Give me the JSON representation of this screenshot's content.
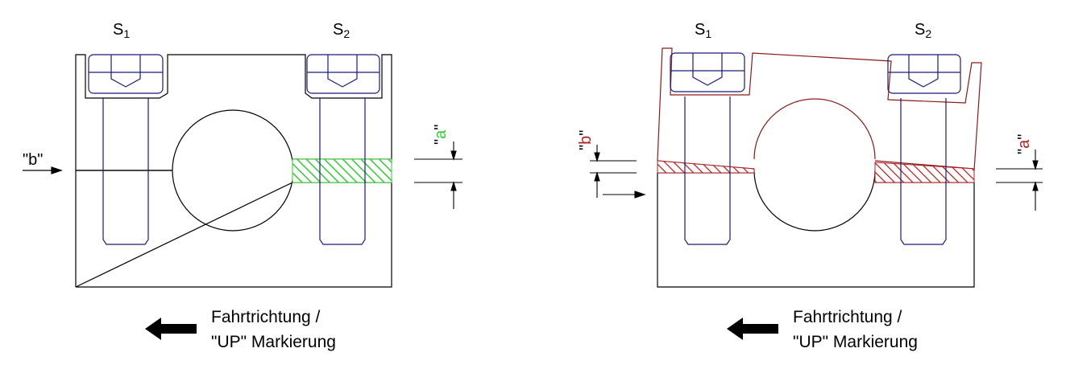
{
  "panels": [
    {
      "bolt1_label": "S",
      "bolt1_sub": "1",
      "bolt2_label": "S",
      "bolt2_sub": "2",
      "marker_b": "\"b\"",
      "marker_a_open": "\"",
      "marker_a_letter": "a",
      "marker_a_close": "\"",
      "caption_line1": "Fahrtrichtung /",
      "caption_line2": "\"UP\" Markierung"
    },
    {
      "bolt1_label": "S",
      "bolt1_sub": "1",
      "bolt2_label": "S",
      "bolt2_sub": "2",
      "marker_b_open": "\"",
      "marker_b_letter": "b",
      "marker_b_close": "\"",
      "marker_a_open": "\"",
      "marker_a_letter": "a",
      "marker_a_close": "\"",
      "caption_line1": "Fahrtrichtung /",
      "caption_line2": "\"UP\" Markierung"
    }
  ],
  "colors": {
    "outline": "#000000",
    "bolt": "#1a1a7a",
    "cap_tilted": "#8b1a1a",
    "gap_ok": "#33cc33",
    "gap_bad": "#b22222",
    "letter_ok": "#33cc33",
    "letter_bad": "#b22222"
  }
}
